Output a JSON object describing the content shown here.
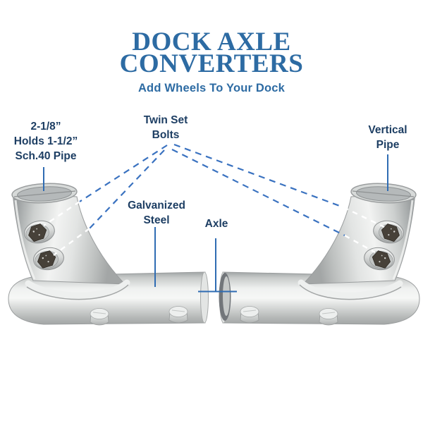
{
  "header": {
    "title_line1": "DOCK AXLE",
    "title_line2": "CONVERTERS",
    "subtitle": "Add Wheels To Your Dock"
  },
  "callouts": {
    "pipe_spec": {
      "line1": "2-1/8”",
      "line2": "Holds 1-1/2”",
      "line3": "Sch.40 Pipe"
    },
    "twin_set_bolts": {
      "line1": "Twin Set",
      "line2": "Bolts"
    },
    "vertical_pipe": {
      "line1": "Vertical",
      "line2": "Pipe"
    },
    "galvanized_steel": {
      "line1": "Galvanized",
      "line2": "Steel"
    },
    "axle": {
      "line1": "Axle"
    }
  },
  "colors": {
    "title_blue": "#2d6ba3",
    "label_navy": "#1d3e63",
    "callout_line": "#2f6cb3",
    "callout_dash": "#3a72c0"
  }
}
